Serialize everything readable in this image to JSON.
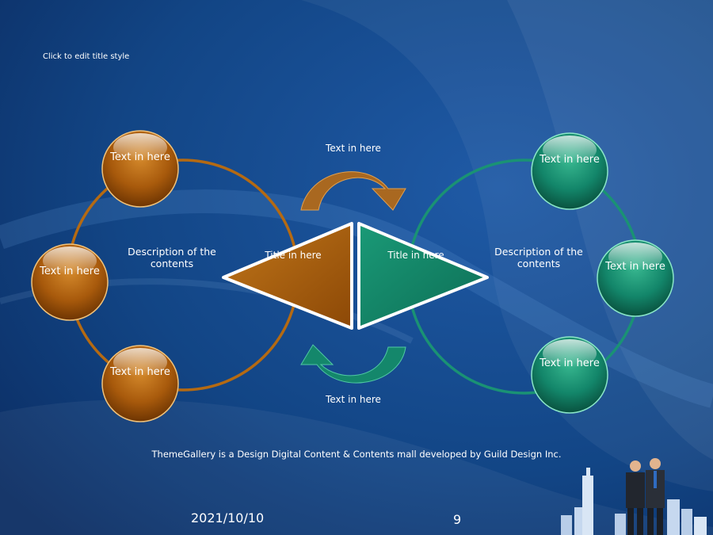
{
  "slide": {
    "title": "Click to edit title style",
    "footer": "ThemeGallery is a Design Digital Content & Contents mall developed by Guild Design Inc.",
    "date": "2021/10/10",
    "page_number": "9"
  },
  "colors": {
    "background": "#0f3a7a",
    "orange": "#b0630a",
    "teal": "#13866a"
  },
  "left_group": {
    "description": "Description of the contents",
    "circles": [
      "Text in here",
      "Text in here",
      "Text in here"
    ]
  },
  "right_group": {
    "description": "Description of the contents",
    "circles": [
      "Text in here",
      "Text in here",
      "Text in here"
    ]
  },
  "center": {
    "left_triangle_label": "Title in here",
    "right_triangle_label": "Title in here",
    "top_arrow_label": "Text in here",
    "bottom_arrow_label": "Text in here"
  }
}
